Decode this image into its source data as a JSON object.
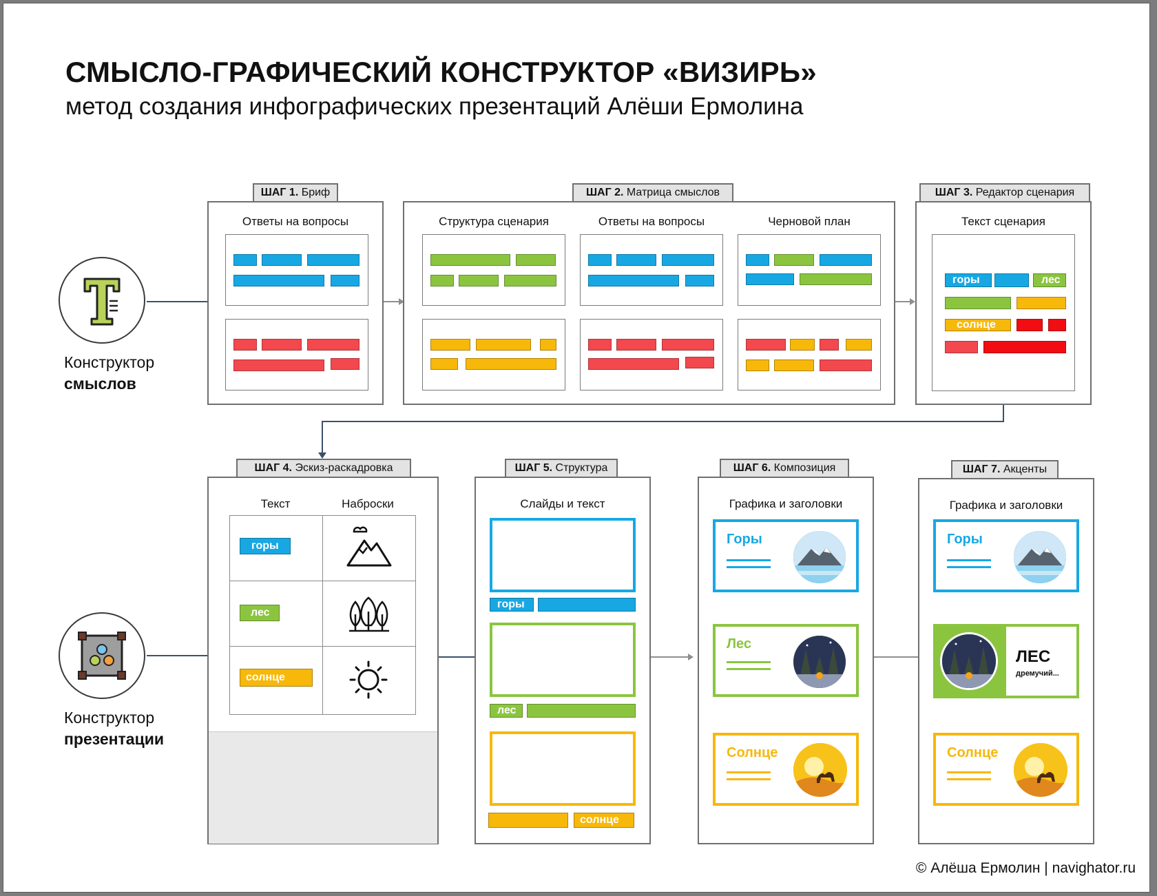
{
  "title": "СМЫСЛО-ГРАФИЧЕСКИЙ КОНСТРУКТОР «ВИЗИРЬ»",
  "subtitle": "метод создания инфографических презентаций Алёши Ермолина",
  "copyright": "© Алёша Ермолин | navighator.ru",
  "meaning_builder": {
    "line1": "Конструктор",
    "line2": "смыслов",
    "icon": "text-type-icon"
  },
  "presentation_builder": {
    "line1": "Конструктор",
    "line2": "презентации",
    "icon": "vector-shape-icon"
  },
  "colors": {
    "blue": "#17a8e3",
    "green": "#8bc540",
    "yellow": "#f7b80a",
    "red": "#f2484e",
    "bright_red": "#f10d12",
    "frame": "#6f6f6f"
  },
  "step1": {
    "num": "ШАГ 1.",
    "name": "Бриф",
    "section": "Ответы на вопросы"
  },
  "step2": {
    "num": "ШАГ 2.",
    "name": "Матрица смыслов",
    "sections": [
      "Структура сценария",
      "Ответы на вопросы",
      "Черновой план"
    ]
  },
  "step3": {
    "num": "ШАГ 3.",
    "name": "Редактор сценария",
    "section": "Текст сценария",
    "tags": [
      "горы",
      "лес",
      "солнце"
    ]
  },
  "step4": {
    "num": "ШАГ 4.",
    "name": "Эскиз-раскадровка",
    "col_text": "Текст",
    "col_sketch": "Наброски",
    "tags": [
      "горы",
      "лес",
      "солнце"
    ],
    "sketch_icons": [
      "mountain-icon",
      "forest-icon",
      "sun-icon"
    ]
  },
  "step5": {
    "num": "ШАГ 5.",
    "name": "Структура",
    "section": "Слайды и текст",
    "tags": [
      "горы",
      "лес",
      "солнце"
    ]
  },
  "step6": {
    "num": "ШАГ 6.",
    "name": "Композиция",
    "section": "Графика и заголовки",
    "titles": [
      "Горы",
      "Лес",
      "Солнце"
    ]
  },
  "step7": {
    "num": "ШАГ 7.",
    "name": "Акценты",
    "section": "Графика и заголовки",
    "titles": [
      "Горы",
      "ЛЕС",
      "Солнце"
    ],
    "forest_sub": "дремучий..."
  }
}
